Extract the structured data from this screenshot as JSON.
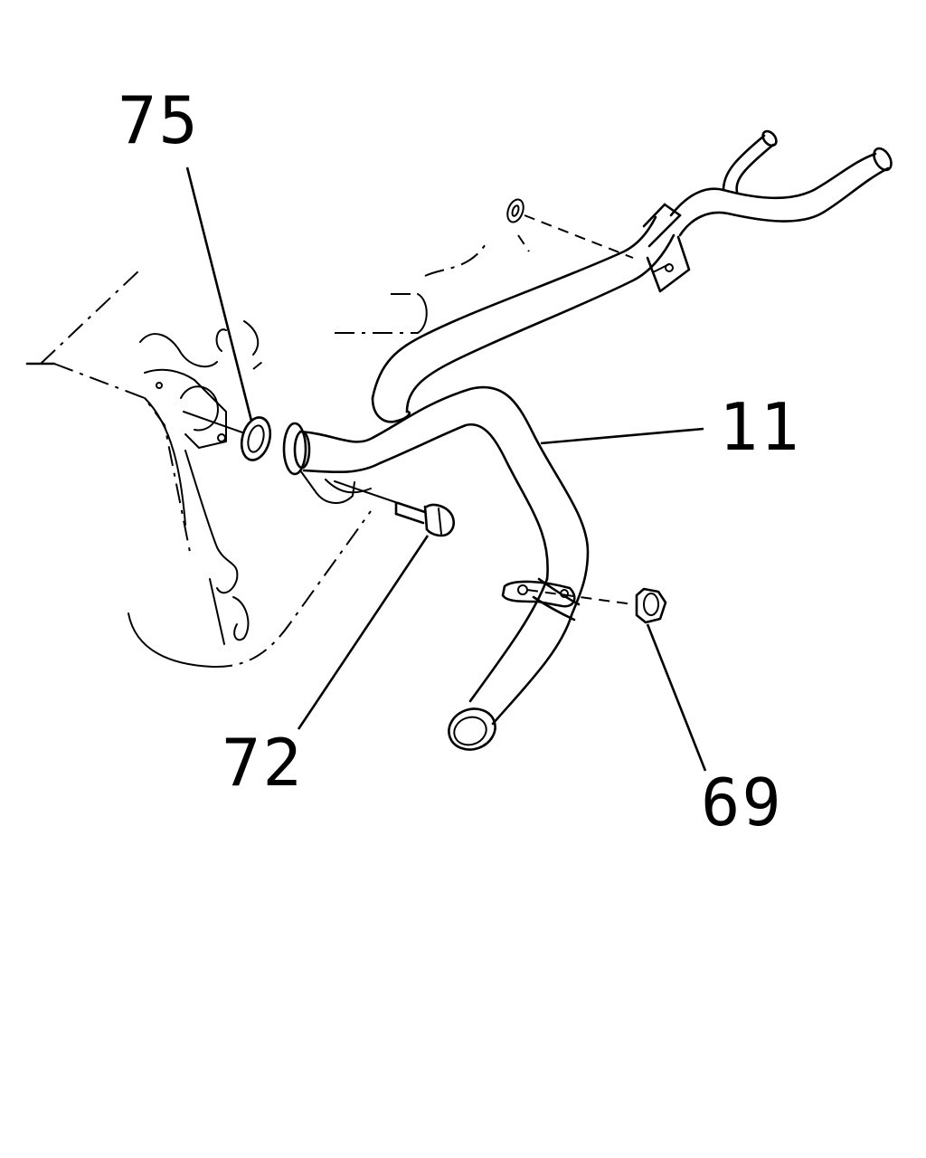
{
  "callouts": [
    {
      "id": "part-75",
      "label": "75"
    },
    {
      "id": "part-11",
      "label": "11"
    },
    {
      "id": "part-72",
      "label": "72"
    },
    {
      "id": "part-69",
      "label": "69"
    }
  ]
}
